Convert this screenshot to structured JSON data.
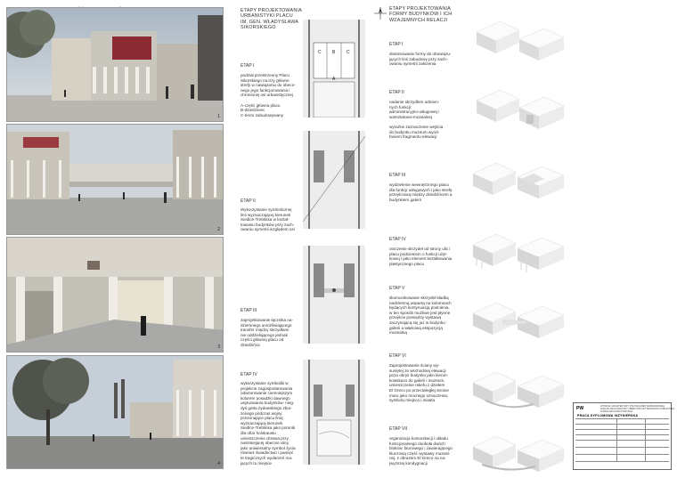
{
  "header": {
    "title": "PLAC I MUZEUM Z RÓŻNYCH PUNKTÓW  -  OBSERWACJI",
    "subtitle": "(widoki w ujęciu pieszym)"
  },
  "renders": [
    {
      "num": "1"
    },
    {
      "num": "2"
    },
    {
      "num": "3"
    },
    {
      "num": "4"
    }
  ],
  "col1": {
    "title": "ETAPY PROJEKTOWANIA\nURBANISTYKI PLACU\nIM. GEN. WŁADYSŁAWA\nSIKORSKIEGO",
    "stages": [
      {
        "label": "ETAP I",
        "text": "podział przestrzenny Placu\nSikorskiego na trzy główne\nstrefy w nawiązaniu do obecn-\nnego jego funkcjonowania i\nchronionej osi urbanistycznej\n\nA-część główna placu\nB-dziedziniec\nC-teren zabudowywany"
      },
      {
        "label": "ETAP II",
        "text": "Wykorzystanie symbolicznej\nlinii wyznaczającej kierunek\nSiedlce-Treblinka w kształ-\ntowaniu budynków przy zach-\nowaniu symetrii względem osi"
      },
      {
        "label": "ETAP III",
        "text": "zaprojektowanie łącznika na-\ndziemnego umożliwiającego\ntransfer między skrzydłami\nnie oddzielającego jednak\nczęści głównej placu od\ndziedzińca"
      },
      {
        "label": "ETAP IV",
        "text": "wykorzystanie symboliki w\nprojekcie zagospodarowania\nodwzorowanie ciemniejszym\nkolorem posadzki dawnego\nusytuowania budynków- nieg-\ndyś getta żydowskiego zbur-\nzonego podczas wojny\nprzecinające placu linią\nwyznaczającą kierunek\nSiedlce-Treblinka jako pomnik\ndla ofiar holokaustu\numieszczenie drzewa przy\nnieistniejącej obecnie ulicy\njako uniwersalny symbol życia\nrównież świadectwo i pamięć\nte tragicznych wydarzeń ma-\njących tu miejsce"
      }
    ]
  },
  "plan_labels": {
    "c_left": "C",
    "b": "B",
    "c_right": "C",
    "a": "A"
  },
  "col2": {
    "title": "ETAPY PROJEKTOWANIA\nFORMY BUDYNKÓW I ICH\nWZAJEMNYCH RELACJI",
    "stages": [
      {
        "label": "ETAP I",
        "text": "dostosowanie formy do obowiązu-\njących linii zabudowy przy zach-\nowaniu symetrii założenia"
      },
      {
        "label": "ETAP II",
        "text": "nadanie skrzydłom odmien-\nnych funkcji:\nadministracyjno-usługowej i\nwarsztatowo-muzealnej\n\nwyraźne zaznaczenie wejścia\ndo budynku muzeum wyod-\nfaniem fragmentu elewacji"
      },
      {
        "label": "ETAP III",
        "text": "wydzielenie wewnętrznego placu\ndla funkcji usługowych i jako strefę\nprzejściową między dziedzińcem a\nbudynkiem galerii"
      },
      {
        "label": "ETAP IV",
        "text": "otoczenie skrzydeł od strony ulic i\nplacu podcieniem o funkcji użyt-\nkowej i jako element kształtowania\nplastycznego placu"
      },
      {
        "label": "ETAP V",
        "text": "skomunikowanie skrzydeł kładką\nnadziemną wspartą na kolumnach\nbędących kontynuacją podcienia,\nw ten sposób możliwe jest płynne\nprzejście pomiędzy wystawą\nzaczynającą się już w budynku\ngalerii a właściwą ekspozycją\nmuzealną"
      },
      {
        "label": "ETAP VI",
        "text": "Zaprojektowanie ściany wy-\nsuniętej ze wschodniej elewacji\npoza obrys budynku jako kierun-\nkowskazu do galerii i muzeum,\numieszczenie reliefu z dziełem\nEl Greco po przeciwległej stronie\nmuru jako mocnego oznaczenia,\nsymbolu miejsca i miasta"
      },
      {
        "label": "ETAP VII",
        "text": "organizacja komunikacji i układu\nfunkcjonalnego dookoła dwóch\nbloków: biurowego i zawierającego\nkluczową część wystawy muzeal-\nnej, z obrazem El Greco na na-\njwyższej kondygnacji"
      }
    ]
  },
  "titleblock": {
    "logo": "PW",
    "line1": "WYDZIAŁ ARCHITEKTURY POLITECHNIKI WARSZAWSKIEJ",
    "line2": "ZAKŁAD ARCHITEKTURY OBIEKTÓW UŻYTECZNOŚCI PUBLICZNEJ",
    "line3": "FORMA ARCHITEKTONICZNA",
    "main": "PRACA DYPLOMOWA INŻYNIERSKA"
  },
  "colors": {
    "plan_bg": "#ededed",
    "plan_stroke": "#555555",
    "model_bg": "#e6e6e6",
    "model_face": "#f8f8f8",
    "model_side": "#d8d8d8"
  }
}
